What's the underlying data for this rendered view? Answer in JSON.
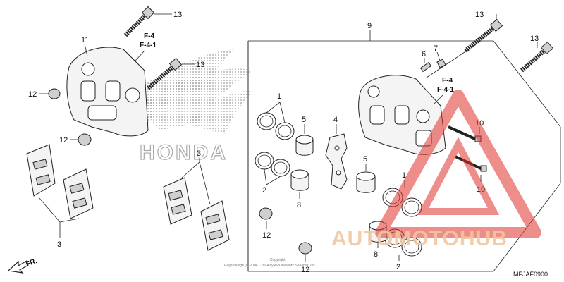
{
  "watermark": {
    "brand_letters": "HONDA",
    "site": "AUTOMOTOHUB",
    "color": "#e0322b"
  },
  "left_caliper": {
    "part_number": "11",
    "bolt_top": "13",
    "bolt_mid": "13",
    "seal_top": "12",
    "seal_bottom": "12",
    "ref_lines": [
      "F-4",
      "F-4-1"
    ]
  },
  "left_pads": {
    "part_number": "3"
  },
  "center_pads": {
    "part_number": "3"
  },
  "center_items": {
    "piston_seal": "1",
    "dust_seal": "2",
    "piston": "5",
    "spring": "4",
    "piston_lower": "8",
    "boot_a": "12",
    "boot_b": "12"
  },
  "right_caliper": {
    "assembly_number": "9",
    "bolt_a": "13",
    "bolt_b": "13",
    "bleeder": "6",
    "cap": "7",
    "ref_lines": [
      "F-4",
      "F-4-1"
    ],
    "pin_top": "10",
    "pin_bottom": "10",
    "piston": "5",
    "seal_a": "1",
    "piston_lower": "8",
    "seal_b": "2"
  },
  "direction_label": "FR.",
  "copyright": [
    "Copyright",
    "Page design (c) 2004 - 2014 by ARI Network Services, Inc."
  ],
  "diagram_code": "MFJAF0900"
}
